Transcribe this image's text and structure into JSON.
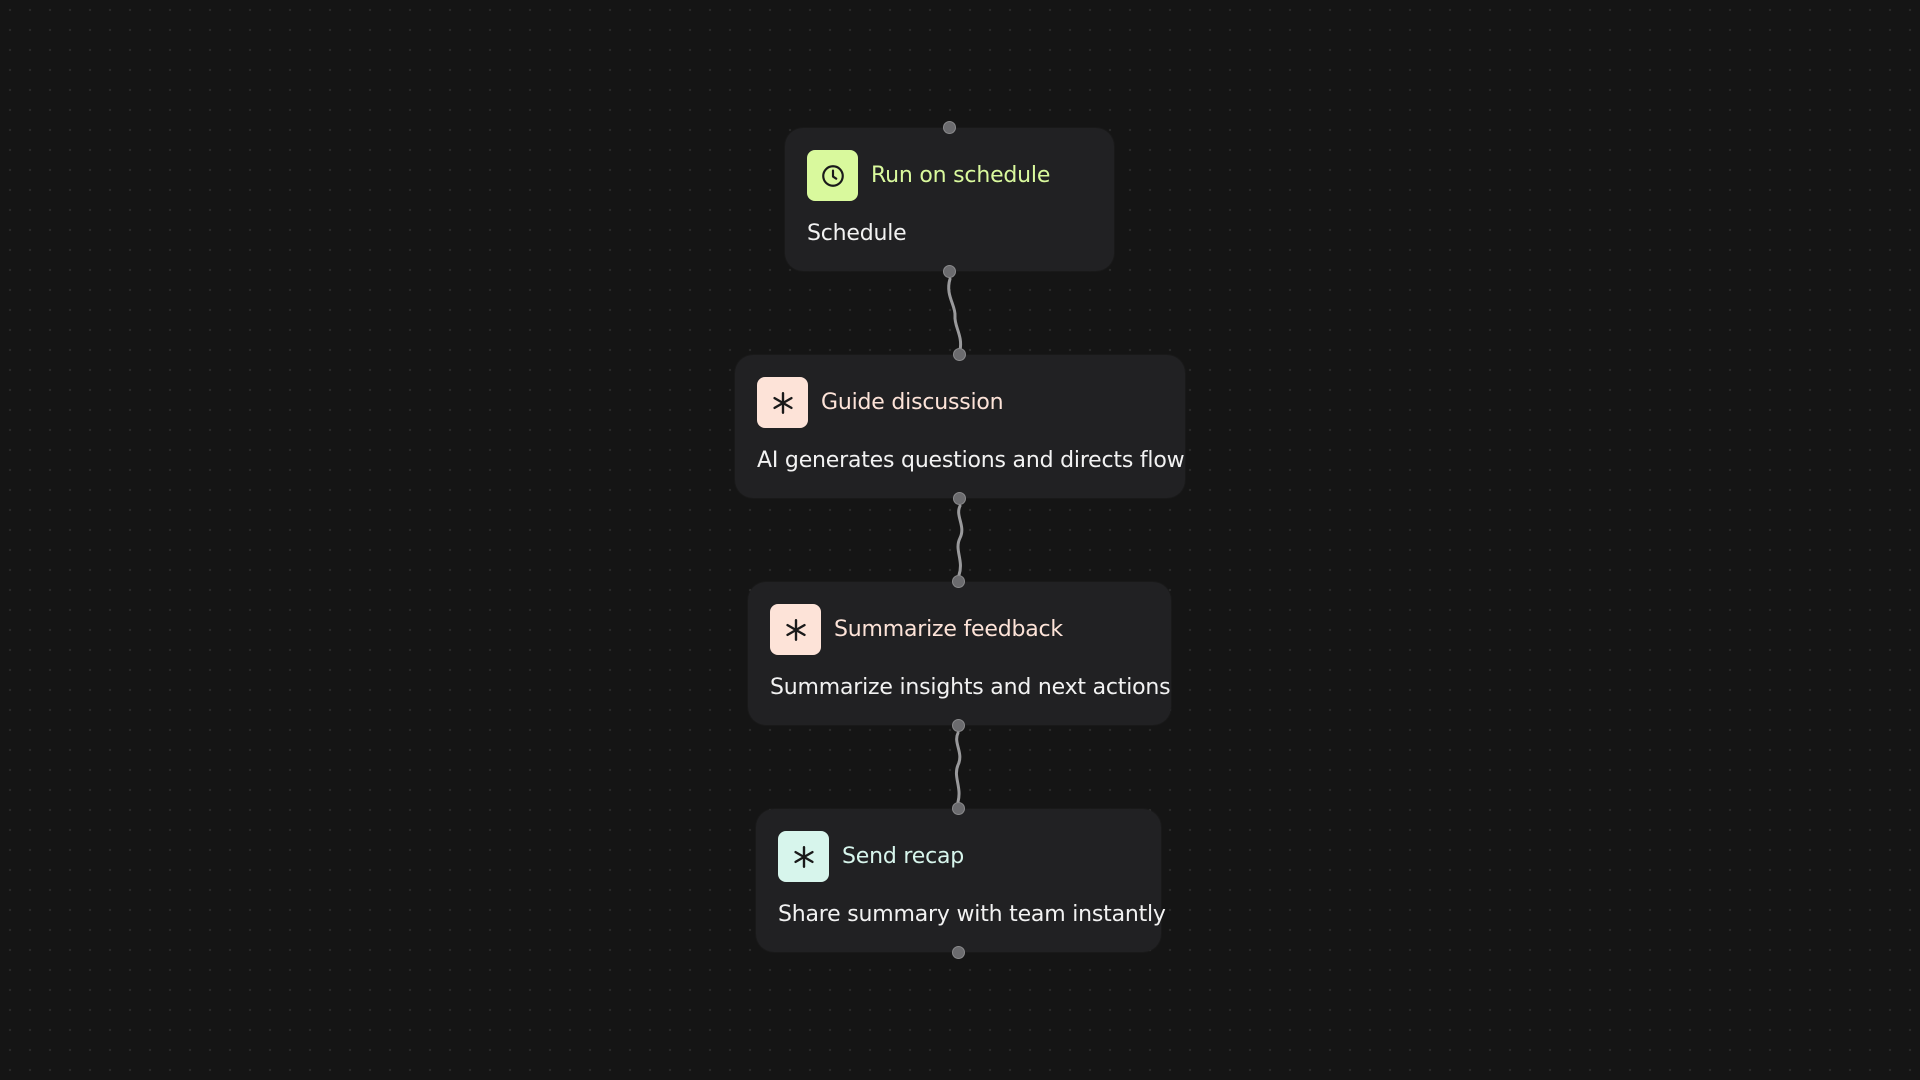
{
  "workflow": {
    "nodes": [
      {
        "title": "Run on schedule",
        "description": "Schedule",
        "icon": "clock-icon",
        "icon_bg": "#d9f99d",
        "icon_fg": "#1a1a1a",
        "title_color": "#d9f99d"
      },
      {
        "title": "Guide discussion",
        "description": "AI generates questions and directs flow",
        "icon": "sparkle-asterisk-icon",
        "icon_bg": "#fde3d8",
        "icon_fg": "#1a1a1a",
        "title_color": "#fde3d8"
      },
      {
        "title": "Summarize feedback",
        "description": "Summarize insights and next actions",
        "icon": "sparkle-asterisk-icon",
        "icon_bg": "#fde3d8",
        "icon_fg": "#1a1a1a",
        "title_color": "#fde3d8"
      },
      {
        "title": "Send recap",
        "description": "Share summary with team instantly",
        "icon": "sparkle-asterisk-icon",
        "icon_bg": "#d7f5ec",
        "icon_fg": "#1a1a1a",
        "title_color": "#d7f5ec"
      }
    ],
    "edge_color": "#9a9a9c",
    "port_color": "#6b6b6e"
  }
}
